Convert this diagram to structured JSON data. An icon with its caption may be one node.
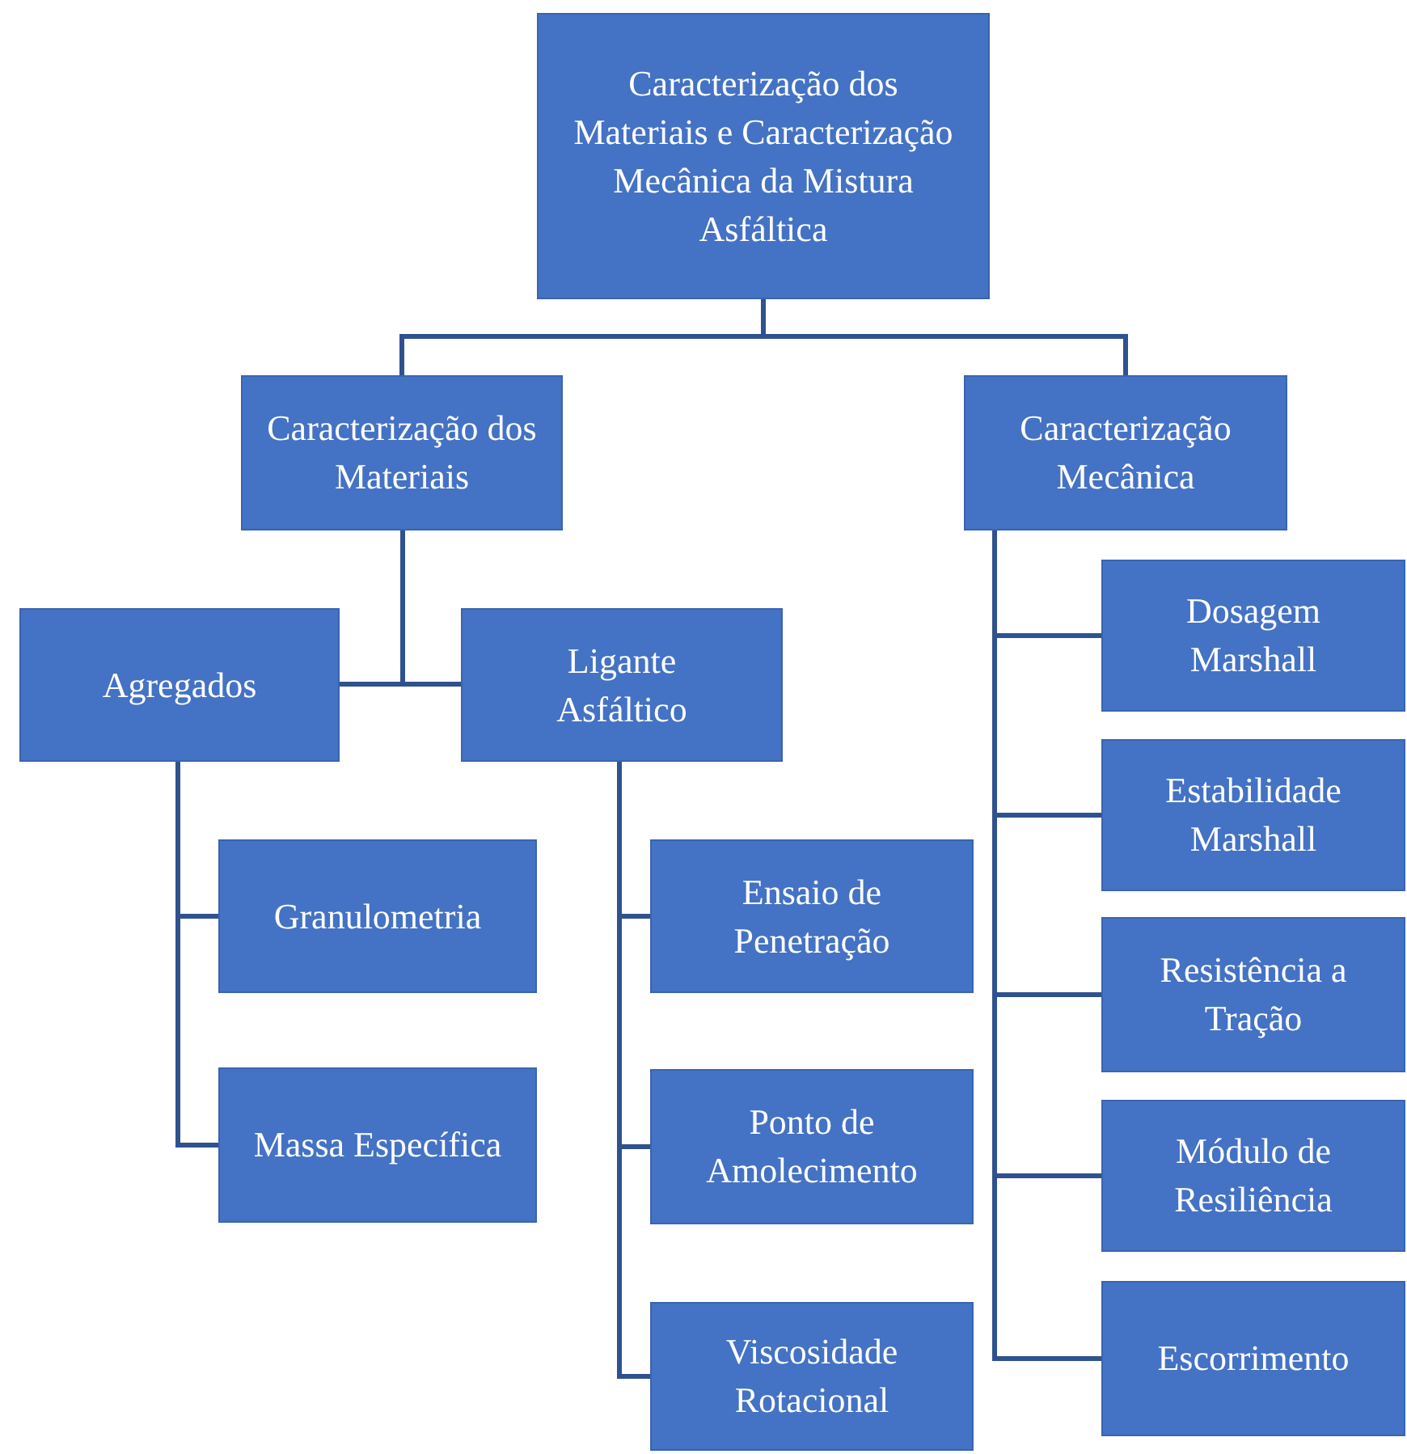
{
  "diagram": {
    "nodes": [
      {
        "text": [
          "Caracterização dos Materiais e Caracterização Mecânica da Mistura Asfáltica"
        ]
      },
      {
        "text": [
          "Caracterização dos Materiais"
        ]
      },
      {
        "text": [
          "Caracterização Mecânica"
        ]
      },
      {
        "text": [
          "Agregados"
        ]
      },
      {
        "text": [
          "Ligante Asfáltico"
        ]
      },
      {
        "text": [
          "Granulometria"
        ]
      },
      {
        "text": [
          "Massa Específica"
        ]
      },
      {
        "text": [
          "Ensaio de Penetração"
        ]
      },
      {
        "text": [
          "Ponto de Amolecimento"
        ]
      },
      {
        "text": [
          "Viscosidade Rotacional"
        ]
      },
      {
        "text": [
          "Dosagem Marshall"
        ]
      },
      {
        "text": [
          "Estabilidade Marshall"
        ]
      },
      {
        "text": [
          "Resistência a Tração"
        ]
      },
      {
        "text": [
          "Módulo de Resiliência"
        ]
      },
      {
        "text": [
          "Escorrimento"
        ]
      }
    ],
    "edges": [
      {
        "from": 0,
        "to": 1,
        "arrow": "none"
      },
      {
        "from": 0,
        "to": 2,
        "arrow": "none"
      },
      {
        "from": 1,
        "to": 3,
        "arrow": "none"
      },
      {
        "from": 1,
        "to": 4,
        "arrow": "none"
      },
      {
        "from": 3,
        "to": 5,
        "arrow": "none"
      },
      {
        "from": 3,
        "to": 6,
        "arrow": "none"
      },
      {
        "from": 4,
        "to": 7,
        "arrow": "none"
      },
      {
        "from": 4,
        "to": 8,
        "arrow": "none"
      },
      {
        "from": 4,
        "to": 9,
        "arrow": "none"
      },
      {
        "from": 2,
        "to": 10,
        "arrow": "none"
      },
      {
        "from": 2,
        "to": 11,
        "arrow": "none"
      },
      {
        "from": 2,
        "to": 12,
        "arrow": "none"
      },
      {
        "from": 2,
        "to": 13,
        "arrow": "none"
      },
      {
        "from": 2,
        "to": 14,
        "arrow": "none"
      }
    ]
  }
}
